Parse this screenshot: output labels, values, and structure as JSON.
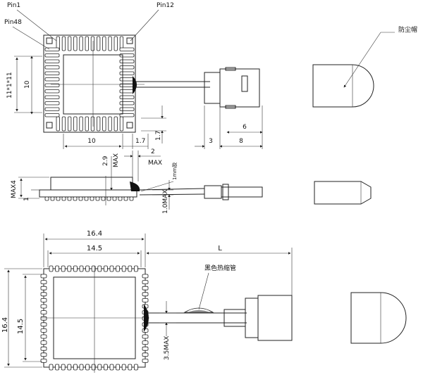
{
  "labels": {
    "pin1": "Pin1",
    "pin12": "Pin12",
    "pin48": "Pin48",
    "cap_label": "防尘帽",
    "sleeve_label": "黑色热缩管",
    "small_side_label": "1mm胶"
  },
  "top_view": {
    "dim_vertical_left": "11*1*11",
    "dim_vertical_body": "10",
    "dim_body_width": "10",
    "dim_gap_1": "1.7",
    "dim_gap_2": "1.7",
    "dim_fiber_3": "3",
    "dim_fiber_8": "8",
    "dim_fiber_6": "6"
  },
  "side_view": {
    "dim_max_height": "MAX4",
    "dim_base": "1",
    "dim_29": "2.9",
    "dim_29_suffix": "MAX",
    "dim_2": "2",
    "dim_2_suffix": "MAX",
    "dim_10max": "1.0MAX"
  },
  "bottom_view": {
    "dim_outer": "16.4",
    "dim_inner": "14.5",
    "dim_side_outer": "16.4",
    "dim_side_inner": "14.5",
    "dim_length": "L",
    "dim_35max": "3.5MAX"
  }
}
